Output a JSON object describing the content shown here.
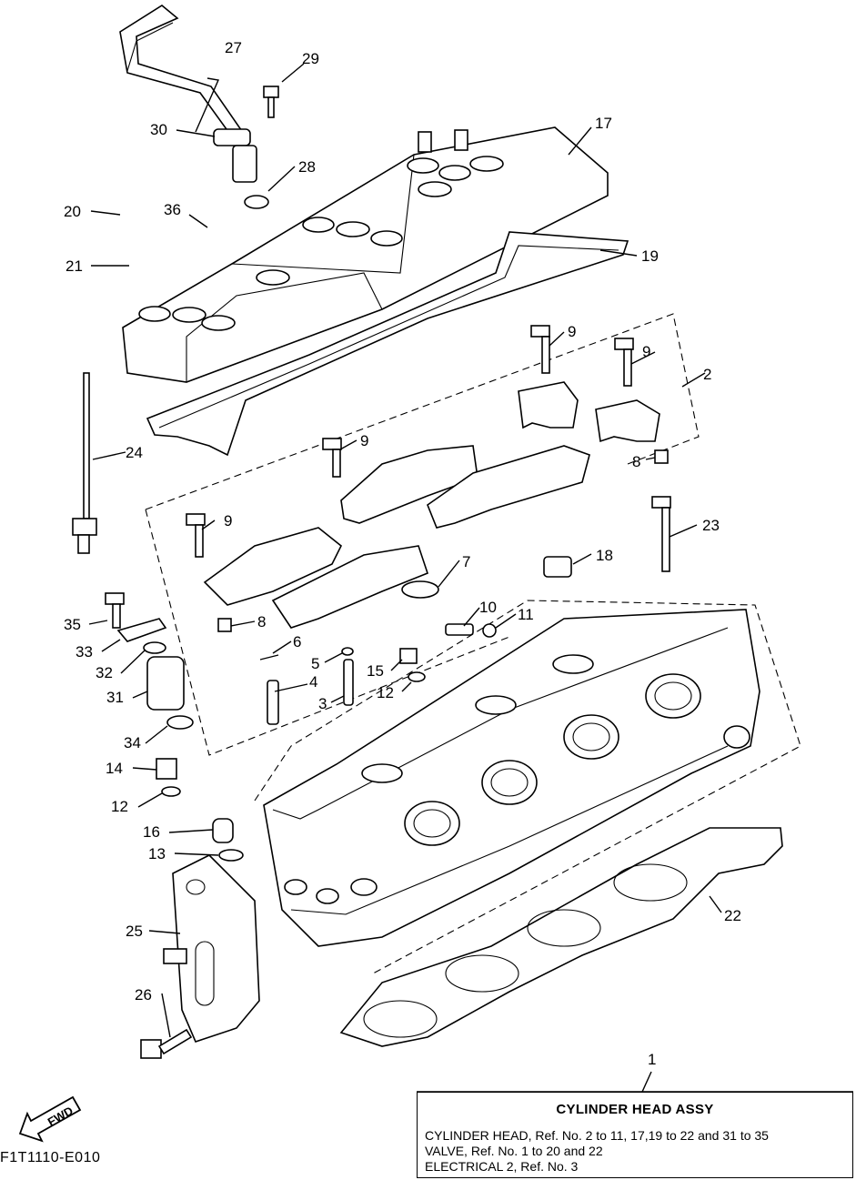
{
  "figure_code": "F1T1110-E010",
  "fwd_label": "FWD",
  "assembly": {
    "ref": "1",
    "title": "CYLINDER HEAD ASSY",
    "rows": [
      "CYLINDER HEAD,  Ref. No. 2 to 11, 17,19 to 22 and 31 to 35",
      "VALVE,  Ref. No. 1 to 20 and 22",
      "ELECTRICAL 2,  Ref. No. 3"
    ]
  },
  "callouts": {
    "c2": "2",
    "c3": "3",
    "c4": "4",
    "c5": "5",
    "c6": "6",
    "c7": "7",
    "c8a": "8",
    "c8b": "8",
    "c9a": "9",
    "c9b": "9",
    "c9c": "9",
    "c9d": "9",
    "c10": "10",
    "c11": "11",
    "c12a": "12",
    "c12b": "12",
    "c13": "13",
    "c14": "14",
    "c15": "15",
    "c16": "16",
    "c17": "17",
    "c18": "18",
    "c19": "19",
    "c20": "20",
    "c21": "21",
    "c22": "22",
    "c23": "23",
    "c24": "24",
    "c25": "25",
    "c26": "26",
    "c27": "27",
    "c28": "28",
    "c29": "29",
    "c30": "30",
    "c31": "31",
    "c32": "32",
    "c33": "33",
    "c34": "34",
    "c35": "35",
    "c36": "36"
  }
}
